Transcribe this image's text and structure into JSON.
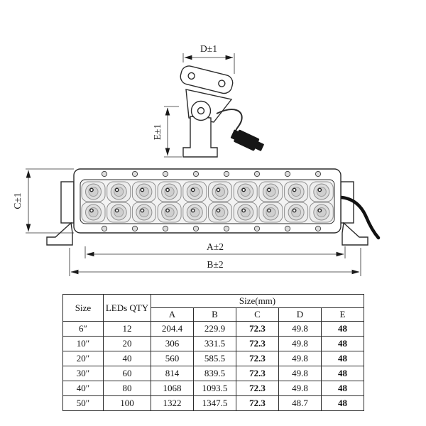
{
  "drawing": {
    "dim_d": "D±1",
    "dim_e": "E±1",
    "dim_c": "C±1",
    "dim_a": "A±2",
    "dim_b": "B±2"
  },
  "table": {
    "header": {
      "size": "Size",
      "leds_qty": "LEDs QTY",
      "size_mm": "Size(mm)",
      "columns": [
        "A",
        "B",
        "C",
        "D",
        "E"
      ]
    },
    "rows": [
      {
        "size": "6″",
        "qty": "12",
        "A": "204.4",
        "B": "229.9",
        "C": "72.3",
        "D": "49.8",
        "E": "48"
      },
      {
        "size": "10″",
        "qty": "20",
        "A": "306",
        "B": "331.5",
        "C": "72.3",
        "D": "49.8",
        "E": "48"
      },
      {
        "size": "20″",
        "qty": "40",
        "A": "560",
        "B": "585.5",
        "C": "72.3",
        "D": "49.8",
        "E": "48"
      },
      {
        "size": "30″",
        "qty": "60",
        "A": "814",
        "B": "839.5",
        "C": "72.3",
        "D": "49.8",
        "E": "48"
      },
      {
        "size": "40″",
        "qty": "80",
        "A": "1068",
        "B": "1093.5",
        "C": "72.3",
        "D": "49.8",
        "E": "48"
      },
      {
        "size": "50″",
        "qty": "100",
        "A": "1322",
        "B": "1347.5",
        "C": "72.3",
        "D": "48.7",
        "E": "48"
      }
    ]
  }
}
